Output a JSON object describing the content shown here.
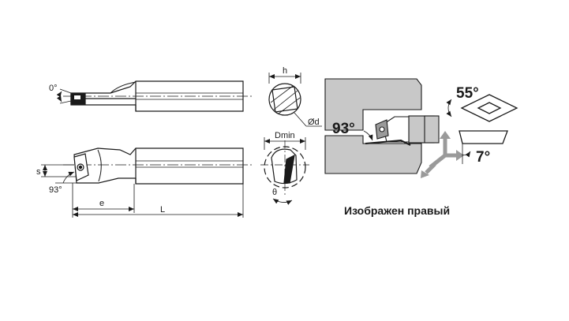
{
  "labels": {
    "clearance_angle_top": "0°",
    "height_s": "s",
    "approach_angle": "93°",
    "dim_e": "e",
    "dim_L": "L",
    "dim_h": "h",
    "dim_d": "Ød",
    "dim_dmin": "Dmin",
    "angle_theta": "θ",
    "approach_angle_large": "93°",
    "insert_angle": "55°",
    "clearance_angle": "7°"
  },
  "caption": "Изображен правый",
  "colors": {
    "line": "#1a1a1a",
    "metal": "#c8c8c8",
    "insert": "#9a9a9a",
    "arrow": "#9a9a9a",
    "background": "#ffffff"
  }
}
